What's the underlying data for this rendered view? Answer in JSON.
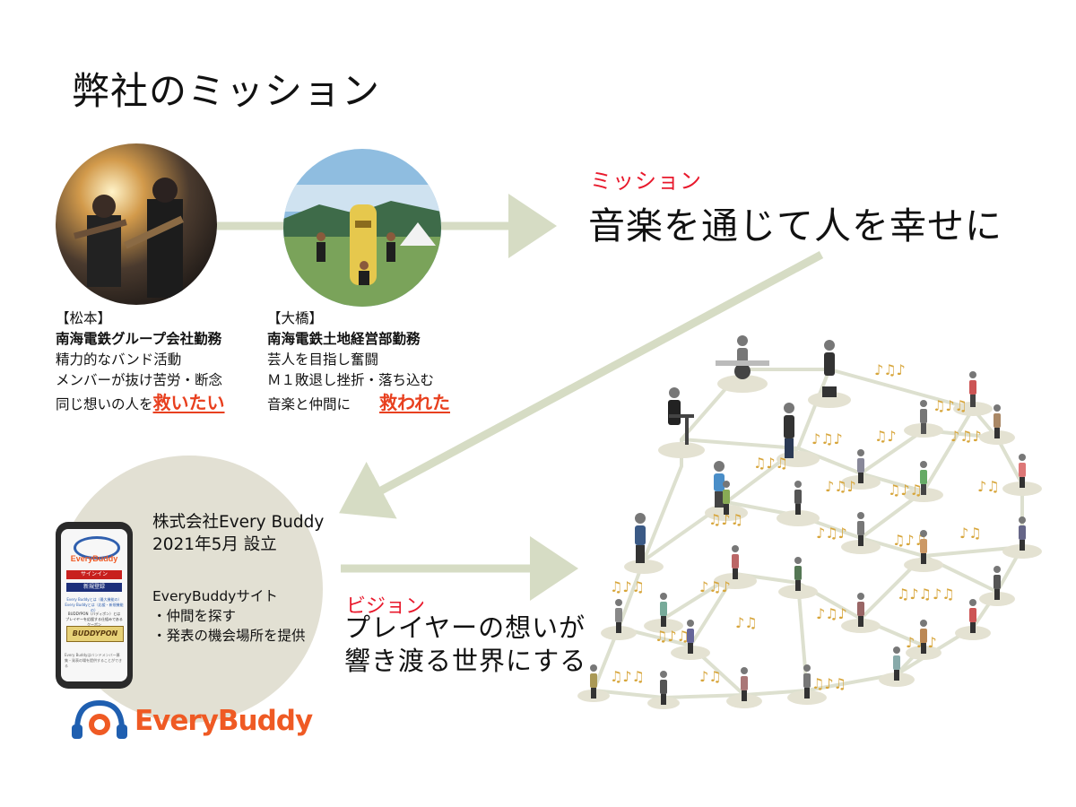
{
  "title": "弊社のミッション",
  "people": {
    "matsumoto": {
      "tag": "【松本】",
      "company": "南海電鉄グループ会社勤務",
      "line1": "精力的なバンド活動",
      "line2": "メンバーが抜け苦労・断念",
      "line3": "同じ想いの人を",
      "emphasis": "救いたい"
    },
    "ohashi": {
      "tag": "【大橋】",
      "company": "南海電鉄土地経営部勤務",
      "line1": "芸人を目指し奮闘",
      "line2": "Ｍ１敗退し挫折・落ち込む",
      "line3": "音楽と仲間に",
      "emphasis": "救われた"
    }
  },
  "mission": {
    "label": "ミッション",
    "text": "音楽を通じて人を幸せに"
  },
  "company": {
    "name": "株式会社Every Buddy",
    "founded": "2021年5月 設立"
  },
  "site": {
    "title": "EveryBuddyサイト",
    "items": [
      "・仲間を探す",
      "・発表の機会場所を提供"
    ]
  },
  "vision": {
    "label": "ビジョン",
    "line1": "プレイヤーの想いが",
    "line2": "響き渡る世界にする"
  },
  "phone": {
    "brand": "EveryBuddy",
    "signin": "サインイン",
    "register": "新規登録",
    "banner": "BUDDYPON",
    "small1": "Every Buddyとは（最大機能の）",
    "small2": "Every Buddyとは（応援・新規機能の）",
    "small3": "BUDDYPON（バディポン）とは",
    "small4": "プレイヤーを応援する仕組みであるクーポン",
    "small5": "Every Buddyはバンドメンバー募",
    "small6": "集・発表の場を提供することができる"
  },
  "logo": {
    "text": "EveryBuddy"
  },
  "colors": {
    "accent_red": "#e8192c",
    "emphasis_orange": "#e8401f",
    "arrow_green": "#d6dcc4",
    "circle_beige": "#e2e0d3",
    "logo_blue": "#1f5fb0",
    "logo_orange": "#ef5a24"
  }
}
